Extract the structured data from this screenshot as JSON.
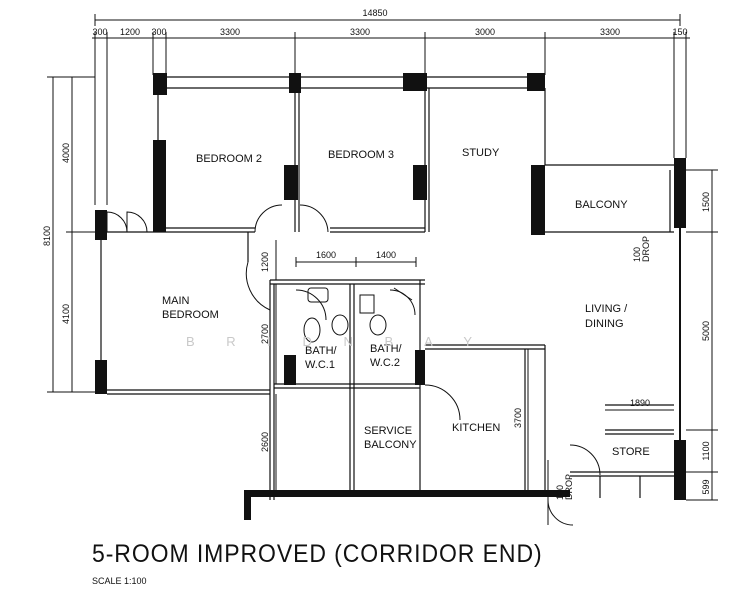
{
  "rooms": {
    "bedroom2": "BEDROOM 2",
    "bedroom3": "BEDROOM 3",
    "study": "STUDY",
    "balcony": "BALCONY",
    "main_bedroom_1": "MAIN",
    "main_bedroom_2": "BEDROOM",
    "living_1": "LIVING /",
    "living_2": "DINING",
    "bath1_1": "BATH/",
    "bath1_2": "W.C.1",
    "bath2_1": "BATH/",
    "bath2_2": "W.C.2",
    "service_1": "SERVICE",
    "service_2": "BALCONY",
    "kitchen": "KITCHEN",
    "store": "STORE"
  },
  "drops": {
    "balcony_drop_1": "100",
    "balcony_drop_2": "DROP",
    "entry_drop_1": "100",
    "entry_drop_2": "DROP"
  },
  "dims_top": {
    "overall": "14850",
    "d1": "300",
    "d2": "1200",
    "d3": "300",
    "d4": "3300",
    "d5": "3300",
    "d6": "3000",
    "d7": "3300",
    "d8": "150"
  },
  "dims_left": {
    "overall": "8100",
    "upper": "4000",
    "lower": "4100"
  },
  "dims_right": {
    "d1": "1500",
    "d2": "5000",
    "d3": "1100",
    "d4": "599"
  },
  "dims_inner": {
    "bath_w1": "1600",
    "bath_w2": "1400",
    "corridor": "1200",
    "bath_h": "2700",
    "service_h": "2600",
    "kitchen_h": "3700",
    "store_w": "1890"
  },
  "watermark": "B R I D   N   B A Y",
  "title": "5-ROOM IMPROVED (CORRIDOR END)",
  "scale": "SCALE 1:100"
}
